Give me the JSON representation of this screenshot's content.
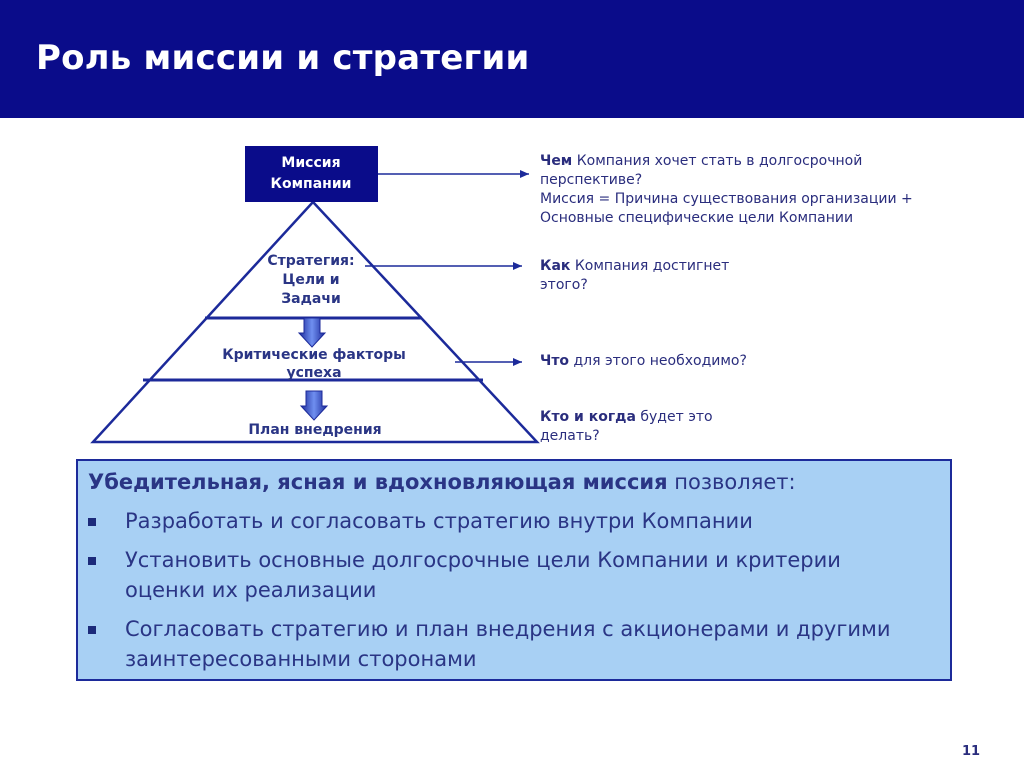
{
  "header": {
    "title": "Роль миссии и стратегии"
  },
  "pyramid": {
    "mission_box": {
      "line1": "Миссия",
      "line2": "Компании"
    },
    "levels": [
      {
        "lines": [
          "Стратегия:",
          "Цели и",
          "Задачи"
        ]
      },
      {
        "lines": [
          "Критические факторы",
          "успеха"
        ]
      },
      {
        "lines": [
          "План внедрения"
        ]
      }
    ]
  },
  "questions": [
    {
      "bold": "Чем",
      "rest": " Компания хочет стать в долгосрочной",
      "line2": "перспективе?",
      "line3": "Миссия  = Причина существования организации +",
      "line4": "Основные специфические цели Компании"
    },
    {
      "bold": "Как",
      "rest": " Компания достигнет",
      "line2": "этого?"
    },
    {
      "bold": "Что",
      "rest": " для этого необходимо?"
    },
    {
      "bold": "Кто и когда",
      "rest": " будет это",
      "line2": "делать?"
    }
  ],
  "summary": {
    "intro_bold": "Убедительная, ясная и вдохновляющая миссия",
    "intro_rest": " позволяет:",
    "bullets": [
      {
        "line1": "Разработать и согласовать стратегию внутри Компании"
      },
      {
        "line1": "Установить основные долгосрочные цели Компании и критерии",
        "line2": "оценки их реализации"
      },
      {
        "line1": "Согласовать стратегию и план внедрения с акционерами и другими",
        "line2": "заинтересованными сторонами"
      }
    ]
  },
  "page_number": "11",
  "colors": {
    "header_bg": "#0a0c8a",
    "pyramid_line": "#1c2a9a",
    "box_bg": "#a8d0f4",
    "text": "#2a2d7d"
  }
}
